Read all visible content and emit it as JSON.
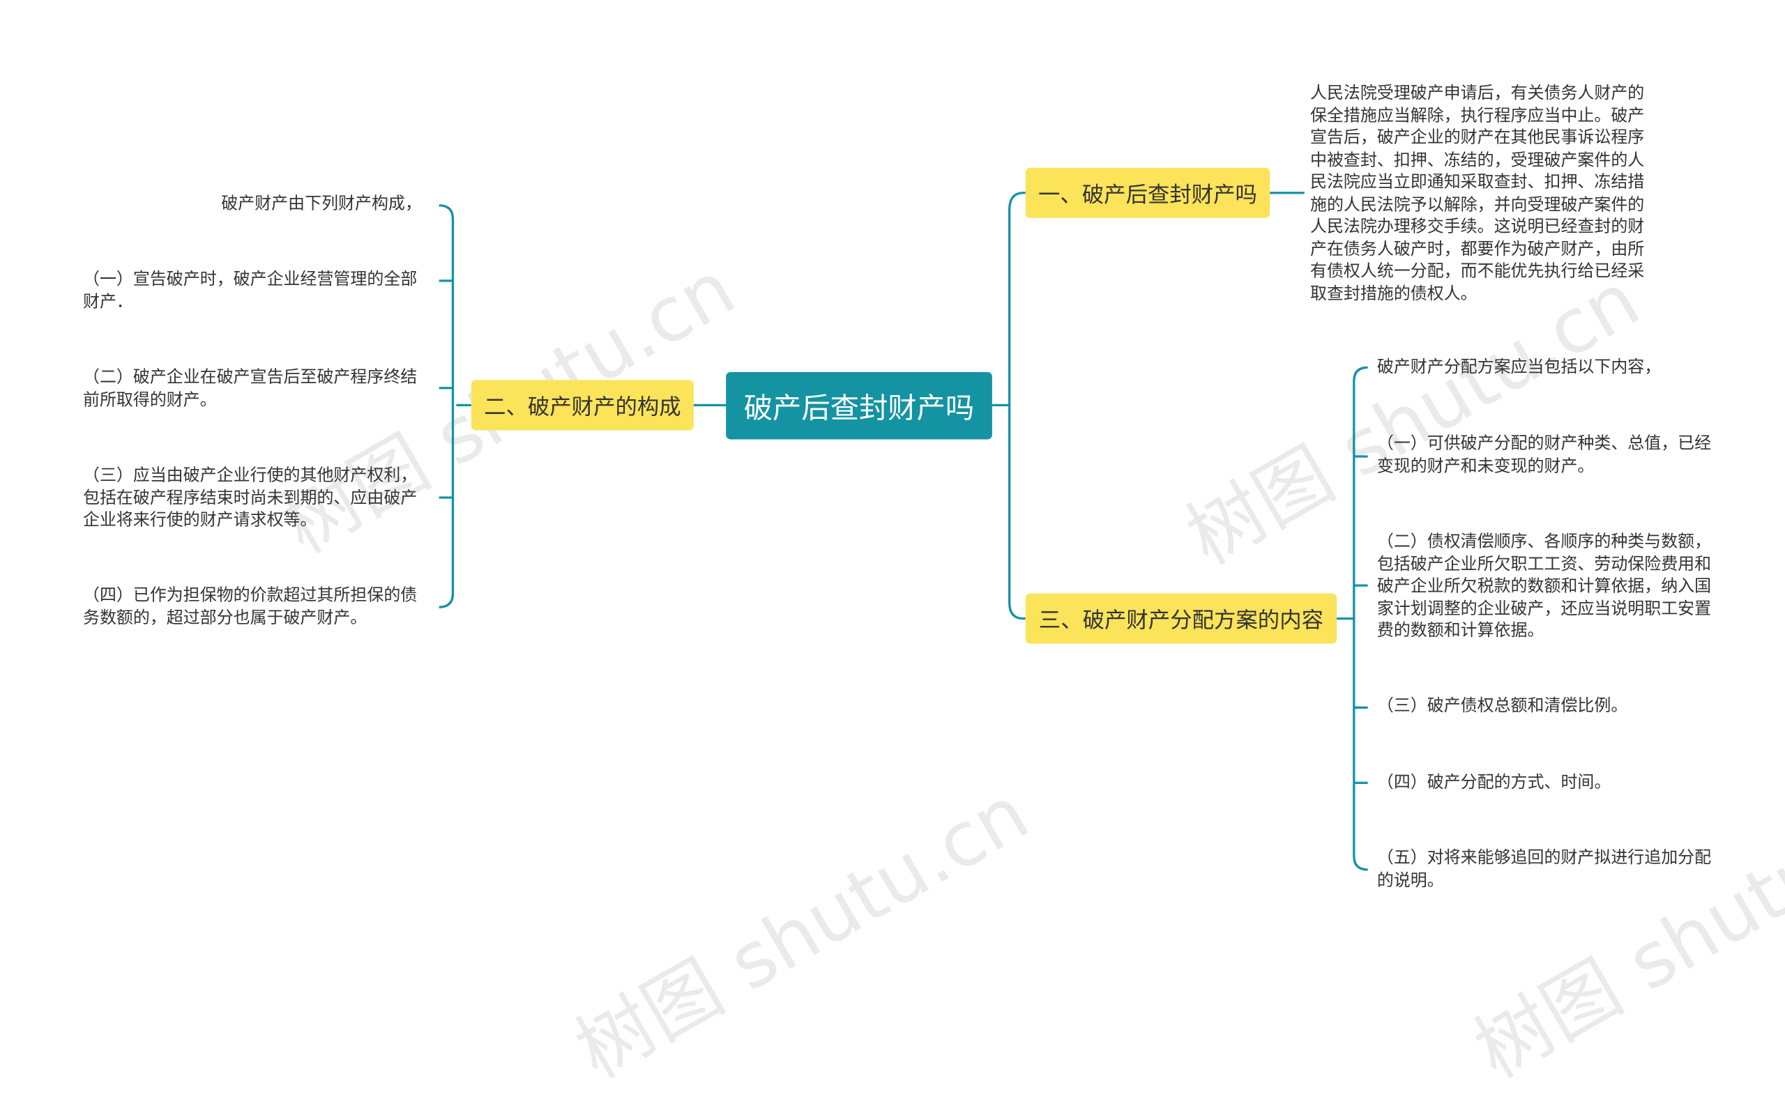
{
  "root": {
    "label": "破产后查封财产吗"
  },
  "branches": {
    "one": {
      "label": "一、破产后查封财产吗",
      "leaf": "人民法院受理破产申请后，有关债务人财产的保全措施应当解除，执行程序应当中止。破产宣告后，破产企业的财产在其他民事诉讼程序中被查封、扣押、冻结的，受理破产案件的人民法院应当立即通知采取查封、扣押、冻结措施的人民法院予以解除，并向受理破产案件的人民法院办理移交手续。这说明已经查封的财产在债务人破产时，都要作为破产财产，由所有债权人统一分配，而不能优先执行给已经采取查封措施的债权人。"
    },
    "two": {
      "label": "二、破产财产的构成",
      "leaves": [
        "破产财产由下列财产构成，",
        "（一）宣告破产时，破产企业经营管理的全部财产．",
        "（二）破产企业在破产宣告后至破产程序终结前所取得的财产。",
        "（三）应当由破产企业行使的其他财产权利，包括在破产程序结束时尚未到期的、应由破产企业将来行使的财产请求权等。",
        "（四）已作为担保物的价款超过其所担保的债务数额的，超过部分也属于破产财产。"
      ]
    },
    "three": {
      "label": "三、破产财产分配方案的内容",
      "leaves": [
        "破产财产分配方案应当包括以下内容，",
        "（一）可供破产分配的财产种类、总值，已经变现的财产和未变现的财产。",
        "（二）债权清偿顺序、各顺序的种类与数额，包括破产企业所欠职工工资、劳动保险费用和破产企业所欠税款的数额和计算依据，纳入国家计划调整的企业破产，还应当说明职工安置费的数额和计算依据。",
        "（三）破产债权总额和清偿比例。",
        "（四）破产分配的方式、时间。",
        "（五）对将来能够追回的财产拟进行追加分配的说明。"
      ]
    }
  },
  "watermark": "树图 shutu.cn",
  "colors": {
    "root": "#1493a3",
    "branch": "#fbe35a",
    "line": "#1493a3",
    "text": "#333333"
  }
}
